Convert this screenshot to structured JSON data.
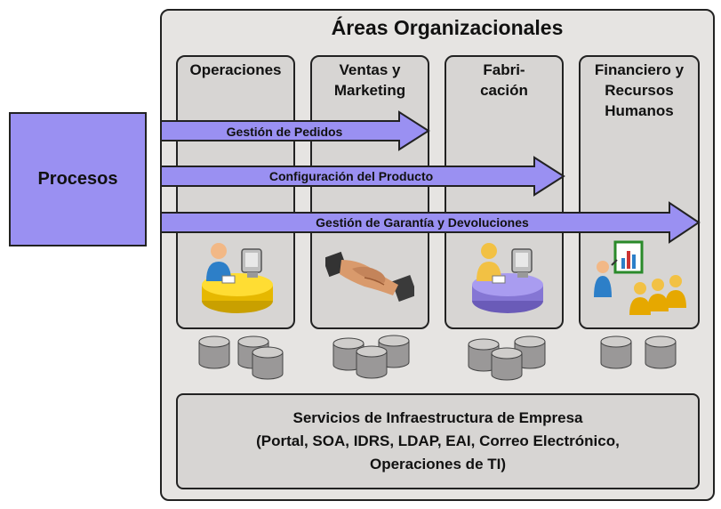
{
  "title": "Áreas Organizacionales",
  "areas": [
    {
      "label": "Operaciones"
    },
    {
      "label": "Ventas y\nMarketing"
    },
    {
      "label": "Fabri-\ncación"
    },
    {
      "label": "Financiero y\nRecursos\nHumanos"
    }
  ],
  "procesos_label": "Procesos",
  "processes": [
    {
      "label": "Gestión  de Pedidos"
    },
    {
      "label": "Configuración  del Producto"
    },
    {
      "label": "Gestión  de Garantía y Devoluciones"
    }
  ],
  "infrastructure": {
    "line1": "Servicios de Infraestructura de Empresa",
    "line2": "(Portal, SOA, IDRS, LDAP, EAI, Correo Electrónico,",
    "line3": "Operaciones de TI)"
  },
  "icons": {
    "operaciones": "user-at-desk-icon",
    "ventas": "handshake-icon",
    "fabricacion": "user-at-desk-icon",
    "financiero": "presentation-audience-icon",
    "database": "database-icon"
  },
  "colors": {
    "procesos_fill": "#9a90f2",
    "arrow_fill": "#9a90f2",
    "outer_fill": "#e6e4e2",
    "area_fill": "#d7d5d3"
  }
}
